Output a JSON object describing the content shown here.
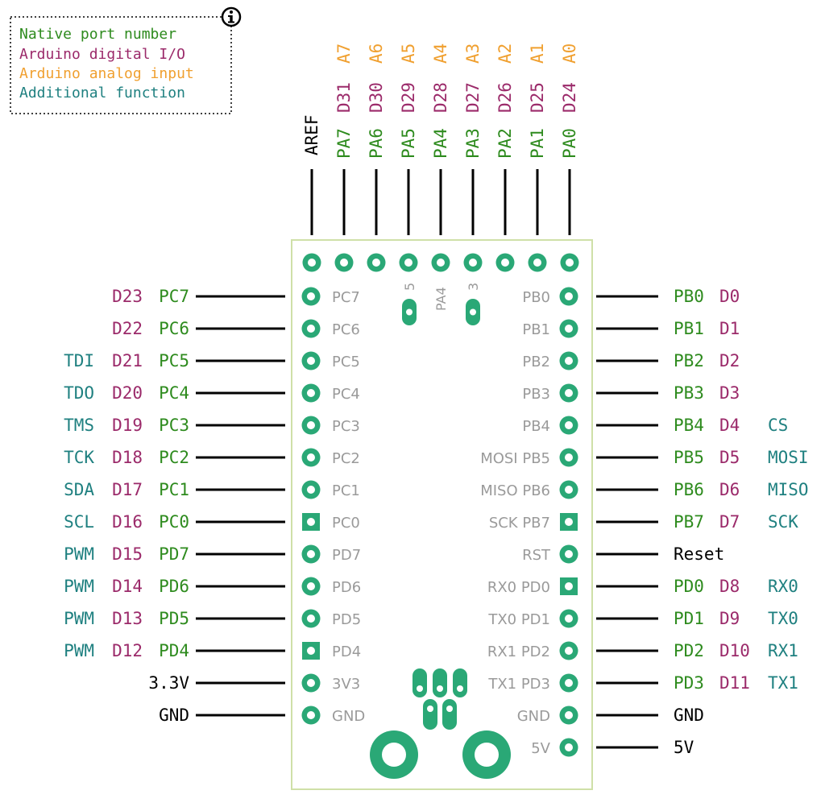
{
  "colors": {
    "native": "#2e8b1e",
    "digital": "#9b2a6a",
    "analog": "#f0a030",
    "additional": "#1f8080",
    "plain": "#000000",
    "pad": "#2aa876",
    "board_outline": "#cfe0a8",
    "silkscreen": "#9a9a9a"
  },
  "legend": {
    "native": "Native port number",
    "digital": "Arduino digital I/O",
    "analog": "Arduino analog input",
    "additional": "Additional function",
    "info_icon": "info-icon"
  },
  "top_header": {
    "aref": "AREF",
    "pins": [
      {
        "port": "PA7",
        "digital": "D31",
        "analog": "A7"
      },
      {
        "port": "PA6",
        "digital": "D30",
        "analog": "A6"
      },
      {
        "port": "PA5",
        "digital": "D29",
        "analog": "A5"
      },
      {
        "port": "PA4",
        "digital": "D28",
        "analog": "A4"
      },
      {
        "port": "PA3",
        "digital": "D27",
        "analog": "A3"
      },
      {
        "port": "PA2",
        "digital": "D26",
        "analog": "A2"
      },
      {
        "port": "PA1",
        "digital": "D25",
        "analog": "A1"
      },
      {
        "port": "PA0",
        "digital": "D24",
        "analog": "A0"
      }
    ]
  },
  "board_silk": {
    "jumper_5": "5",
    "jumper_pa4": "PA4",
    "jumper_3": "3"
  },
  "left_pins": [
    {
      "silk": "PC7",
      "port": "PC7",
      "digital": "D23",
      "extra": "",
      "plain": "",
      "square": false
    },
    {
      "silk": "PC6",
      "port": "PC6",
      "digital": "D22",
      "extra": "",
      "plain": "",
      "square": false
    },
    {
      "silk": "PC5",
      "port": "PC5",
      "digital": "D21",
      "extra": "TDI",
      "plain": "",
      "square": false
    },
    {
      "silk": "PC4",
      "port": "PC4",
      "digital": "D20",
      "extra": "TDO",
      "plain": "",
      "square": false
    },
    {
      "silk": "PC3",
      "port": "PC3",
      "digital": "D19",
      "extra": "TMS",
      "plain": "",
      "square": false
    },
    {
      "silk": "PC2",
      "port": "PC2",
      "digital": "D18",
      "extra": "TCK",
      "plain": "",
      "square": false
    },
    {
      "silk": "PC1",
      "port": "PC1",
      "digital": "D17",
      "extra": "SDA",
      "plain": "",
      "square": false
    },
    {
      "silk": "PC0",
      "port": "PC0",
      "digital": "D16",
      "extra": "SCL",
      "plain": "",
      "square": true
    },
    {
      "silk": "PD7",
      "port": "PD7",
      "digital": "D15",
      "extra": "PWM",
      "plain": "",
      "square": false
    },
    {
      "silk": "PD6",
      "port": "PD6",
      "digital": "D14",
      "extra": "PWM",
      "plain": "",
      "square": false
    },
    {
      "silk": "PD5",
      "port": "PD5",
      "digital": "D13",
      "extra": "PWM",
      "plain": "",
      "square": false
    },
    {
      "silk": "PD4",
      "port": "PD4",
      "digital": "D12",
      "extra": "PWM",
      "plain": "",
      "square": true
    },
    {
      "silk": "3V3",
      "port": "",
      "digital": "",
      "extra": "",
      "plain": "3.3V",
      "square": false
    },
    {
      "silk": "GND",
      "port": "",
      "digital": "",
      "extra": "",
      "plain": "GND",
      "square": false
    }
  ],
  "right_pins": [
    {
      "silk": "PB0",
      "port": "PB0",
      "digital": "D0",
      "extra": "",
      "plain": "",
      "square": false
    },
    {
      "silk": "PB1",
      "port": "PB1",
      "digital": "D1",
      "extra": "",
      "plain": "",
      "square": false
    },
    {
      "silk": "PB2",
      "port": "PB2",
      "digital": "D2",
      "extra": "",
      "plain": "",
      "square": false
    },
    {
      "silk": "PB3",
      "port": "PB3",
      "digital": "D3",
      "extra": "",
      "plain": "",
      "square": false
    },
    {
      "silk": "PB4",
      "port": "PB4",
      "digital": "D4",
      "extra": "CS",
      "plain": "",
      "square": false
    },
    {
      "silk": "MOSI PB5",
      "port": "PB5",
      "digital": "D5",
      "extra": "MOSI",
      "plain": "",
      "square": false
    },
    {
      "silk": "MISO PB6",
      "port": "PB6",
      "digital": "D6",
      "extra": "MISO",
      "plain": "",
      "square": false
    },
    {
      "silk": "SCK PB7",
      "port": "PB7",
      "digital": "D7",
      "extra": "SCK",
      "plain": "",
      "square": true
    },
    {
      "silk": "RST",
      "port": "",
      "digital": "",
      "extra": "",
      "plain": "Reset",
      "square": false
    },
    {
      "silk": "RX0 PD0",
      "port": "PD0",
      "digital": "D8",
      "extra": "RX0",
      "plain": "",
      "square": true
    },
    {
      "silk": "TX0 PD1",
      "port": "PD1",
      "digital": "D9",
      "extra": "TX0",
      "plain": "",
      "square": false
    },
    {
      "silk": "RX1 PD2",
      "port": "PD2",
      "digital": "D10",
      "extra": "RX1",
      "plain": "",
      "square": false
    },
    {
      "silk": "TX1 PD3",
      "port": "PD3",
      "digital": "D11",
      "extra": "TX1",
      "plain": "",
      "square": false
    },
    {
      "silk": "GND",
      "port": "",
      "digital": "",
      "extra": "",
      "plain": "GND",
      "square": false
    },
    {
      "silk": "5V",
      "port": "",
      "digital": "",
      "extra": "",
      "plain": "5V",
      "square": false
    }
  ]
}
